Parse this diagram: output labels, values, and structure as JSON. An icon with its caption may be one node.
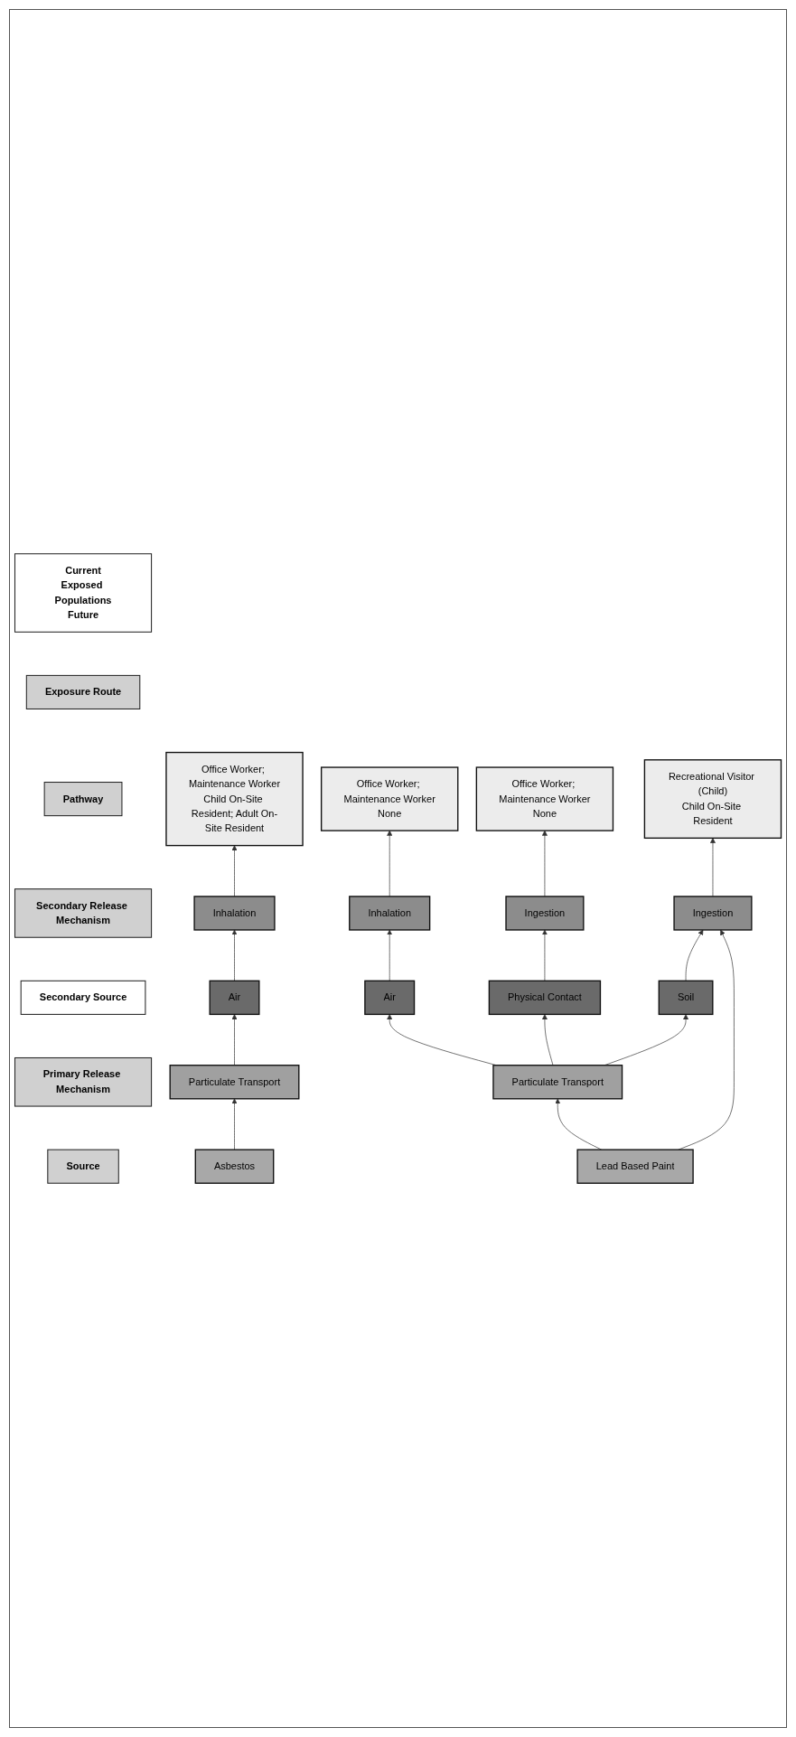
{
  "diagram": {
    "nodes": [
      {
        "text": [
          "Source"
        ]
      },
      {
        "text": [
          "Primary Release Mechanism"
        ]
      },
      {
        "text": [
          "Secondary Source"
        ]
      },
      {
        "text": [
          "Secondary Release Mechanism"
        ]
      },
      {
        "text": [
          "Pathway"
        ]
      },
      {
        "text": [
          "Exposure Route"
        ]
      },
      {
        "text": [
          "Current",
          "Exposed Populations",
          "Future"
        ]
      },
      {
        "text": [
          "Asbestos"
        ]
      },
      {
        "text": [
          "Particulate Transport"
        ]
      },
      {
        "text": [
          "Air"
        ]
      },
      {
        "text": [
          "Inhalation"
        ]
      },
      {
        "text": [
          "Office Worker; Maintenance Worker",
          "Child On-Site Resident; Adult On-Site Resident"
        ]
      },
      {
        "text": [
          "Lead Based Paint"
        ]
      },
      {
        "text": [
          "Particulate Transport"
        ]
      },
      {
        "text": [
          "Air"
        ]
      },
      {
        "text": [
          "Inhalation"
        ]
      },
      {
        "text": [
          "Office Worker; Maintenance Worker",
          "None"
        ]
      },
      {
        "text": [
          "Physical Contact"
        ]
      },
      {
        "text": [
          "Ingestion"
        ]
      },
      {
        "text": [
          "Office Worker; Maintenance Worker",
          "None"
        ]
      },
      {
        "text": [
          "Soil"
        ]
      },
      {
        "text": [
          "Ingestion"
        ]
      },
      {
        "text": [
          "Recreational Visitor (Child)",
          "Child On-Site Resident"
        ]
      }
    ],
    "edges": [
      {
        "from": 7,
        "to": 8,
        "arrow": "to"
      },
      {
        "from": 8,
        "to": 9,
        "arrow": "to"
      },
      {
        "from": 9,
        "to": 10,
        "arrow": "to"
      },
      {
        "from": 10,
        "to": 11,
        "arrow": "to"
      },
      {
        "from": 12,
        "to": 13,
        "arrow": "to"
      },
      {
        "from": 13,
        "to": 14,
        "arrow": "to"
      },
      {
        "from": 14,
        "to": 15,
        "arrow": "to"
      },
      {
        "from": 15,
        "to": 16,
        "arrow": "to"
      },
      {
        "from": 13,
        "to": 17,
        "arrow": "to"
      },
      {
        "from": 17,
        "to": 18,
        "arrow": "to"
      },
      {
        "from": 18,
        "to": 19,
        "arrow": "to"
      },
      {
        "from": 13,
        "to": 20,
        "arrow": "to"
      },
      {
        "from": 20,
        "to": 21,
        "arrow": "to"
      },
      {
        "from": 21,
        "to": 22,
        "arrow": "to"
      },
      {
        "from": 12,
        "to": 21,
        "arrow": "to"
      }
    ]
  }
}
